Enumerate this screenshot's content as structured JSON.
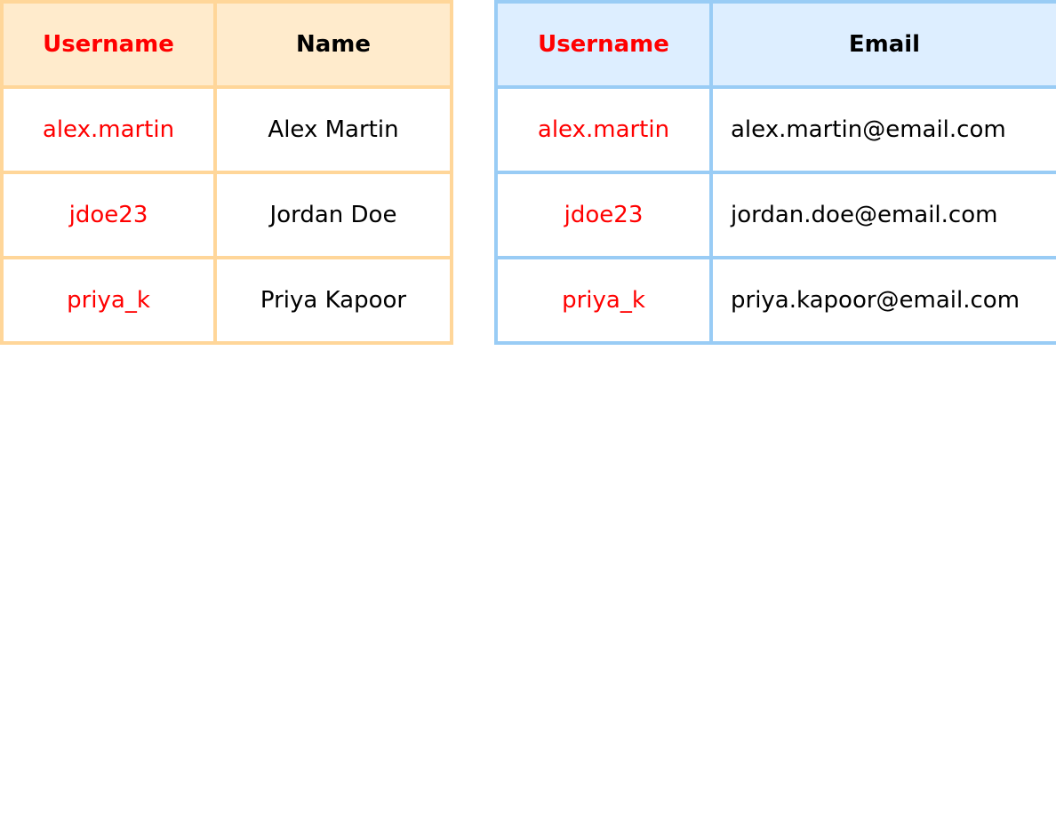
{
  "users_table": {
    "headers": [
      "Username",
      "Name"
    ],
    "rows": [
      [
        "alex.martin",
        "Alex Martin"
      ],
      [
        "jdoe23",
        "Jordan Doe"
      ],
      [
        "priya_k",
        "Priya Kapoor"
      ]
    ]
  },
  "emails_table": {
    "headers": [
      "Username",
      "Email"
    ],
    "rows": [
      [
        "alex.martin",
        "alex.martin@email.com"
      ],
      [
        "jdoe23",
        "jordan.doe@email.com"
      ],
      [
        "priya_k",
        "priya.kapoor@email.com"
      ]
    ]
  },
  "colors": {
    "key_text": "#ff0000",
    "users_border": "#ffd699",
    "users_header_bg": "#ffebcc",
    "emails_border": "#99ccf5",
    "emails_header_bg": "#ddeeff"
  }
}
